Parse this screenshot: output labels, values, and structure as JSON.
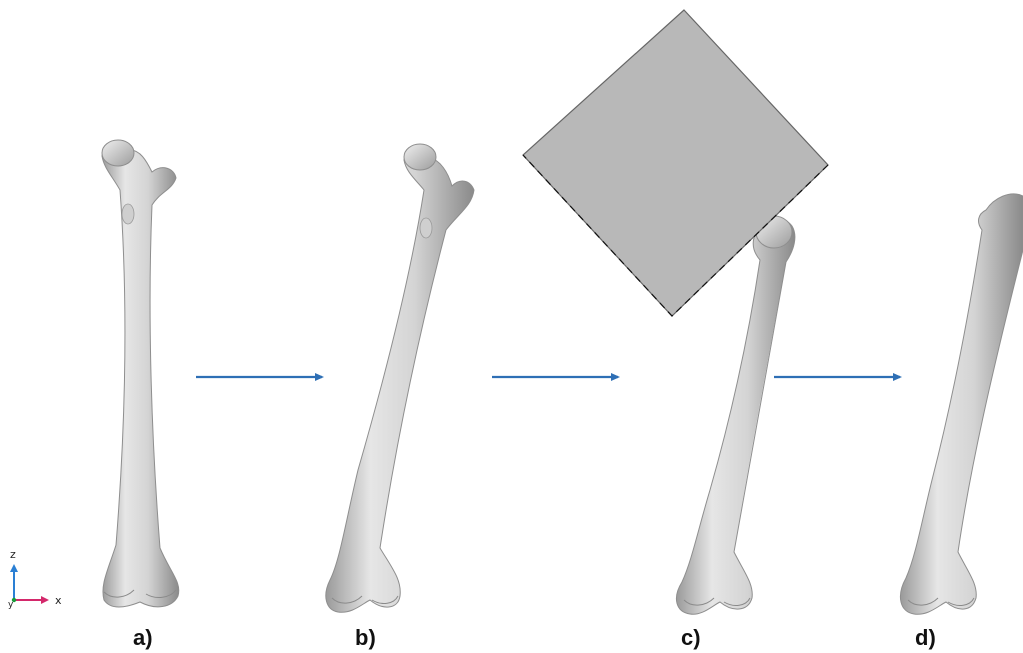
{
  "panels": [
    {
      "label": "a)"
    },
    {
      "label": "b)"
    },
    {
      "label": "c)"
    },
    {
      "label": "d)"
    }
  ],
  "axes": {
    "vertical": "z",
    "horizontal": "x",
    "depth": "y"
  },
  "colors": {
    "bone_light": "#e2e2e2",
    "bone_mid": "#c4c4c4",
    "bone_dark": "#8e8e8e",
    "plate": "#b8b8b8",
    "arrow": "#2e6fb5",
    "axis_z": "#2a7fd4",
    "axis_x": "#d4286b"
  }
}
